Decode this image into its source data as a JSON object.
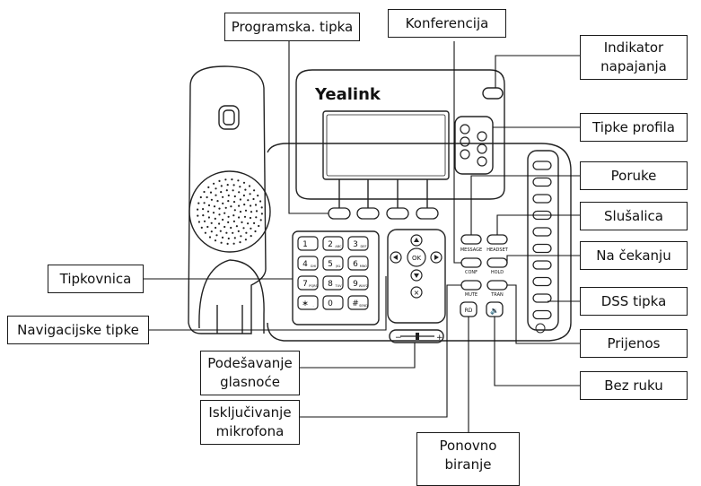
{
  "brand": {
    "name": "Yealink"
  },
  "keypad": {
    "keys": [
      {
        "main": "1",
        "sub": ""
      },
      {
        "main": "2",
        "sub": "ABC"
      },
      {
        "main": "3",
        "sub": "DEF"
      },
      {
        "main": "4",
        "sub": "GHI"
      },
      {
        "main": "5",
        "sub": "JKL"
      },
      {
        "main": "6",
        "sub": "MNO"
      },
      {
        "main": "7",
        "sub": "PQRS"
      },
      {
        "main": "8",
        "sub": "TUV"
      },
      {
        "main": "9",
        "sub": "WXYZ"
      },
      {
        "main": "∗",
        "sub": "."
      },
      {
        "main": "0",
        "sub": ""
      },
      {
        "main": "#",
        "sub": "SEND"
      }
    ]
  },
  "navigation": {
    "ok": "OK"
  },
  "function_keys": {
    "message": "MESSAGE",
    "headset": "HEADSET",
    "conf": "CONF",
    "hold": "HOLD",
    "mute": "MUTE",
    "tran": "TRAN",
    "redial": "RD",
    "speaker": "🔉"
  },
  "volume": {
    "minus": "−",
    "plus": "+"
  },
  "callouts": {
    "programmable_key": "Programska. tipka",
    "conference": "Konferencija",
    "power_indicator": "Indikator\nnapajanja",
    "profile_keys": "Tipke profila",
    "messages": "Poruke",
    "headset": "Slušalica",
    "hold": "Na čekanju",
    "keypad": "Tipkovnica",
    "dss_key": "DSS tipka",
    "navigation_keys": "Navigacijske tipke",
    "transfer": "Prijenos",
    "volume_adjust": "Podešavanje\nglasnoće",
    "handsfree": "Bez ruku",
    "mute": "Isključivanje\nmikrofona",
    "redial": "Ponovno\nbiranje"
  }
}
